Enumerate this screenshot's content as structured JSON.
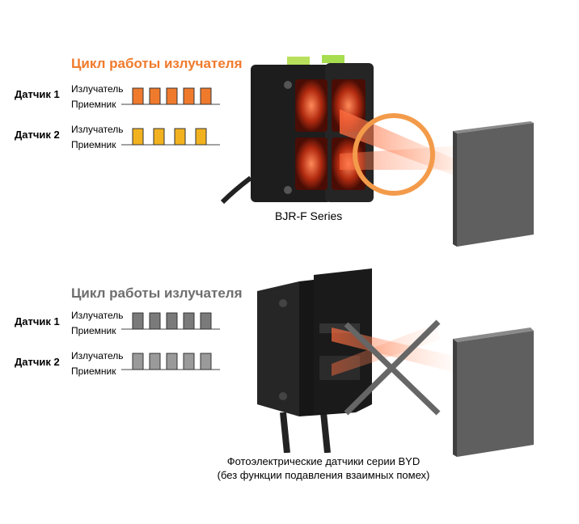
{
  "top": {
    "title": "Цикл работы излучателя",
    "title_color": "#f07a2c",
    "sensor1": {
      "label": "Датчик 1",
      "emitter": "Излучатель",
      "receiver": "Приемник",
      "color": "#f07a2c",
      "pulses": 5
    },
    "sensor2": {
      "label": "Датчик 2",
      "emitter": "Излучатель",
      "receiver": "Приемник",
      "color": "#f2b21f",
      "pulses": 4
    },
    "product_caption": "BJR-F Series",
    "highlight_color": "#f39b4a"
  },
  "bottom": {
    "title": "Цикл работы излучателя",
    "title_color": "#6e6e6e",
    "sensor1": {
      "label": "Датчик 1",
      "emitter": "Излучатель",
      "receiver": "Приемник",
      "color": "#7a7a7a",
      "pulses": 5
    },
    "sensor2": {
      "label": "Датчик 2",
      "emitter": "Излучатель",
      "receiver": "Приемник",
      "color": "#9a9a9a",
      "pulses": 5
    },
    "caption_line1": "Фотоэлектрические датчики серии BYD",
    "caption_line2": "(без функции подавления взаимных помех)",
    "cross_color": "#666666"
  }
}
